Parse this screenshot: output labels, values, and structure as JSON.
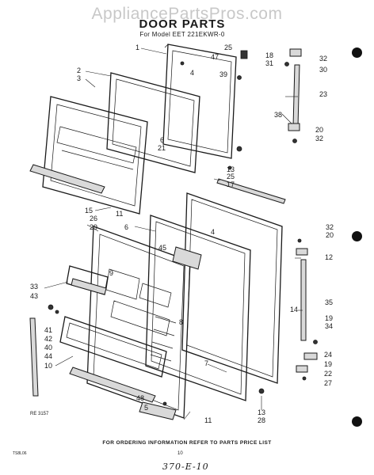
{
  "watermark": "AppliancePartsPros.com",
  "title": "DOOR PARTS",
  "subtitle": "For Model EET 221EKWR-0",
  "ref_code": "RE 3157",
  "footer": "FOR ORDERING INFORMATION REFER TO PARTS PRICE LIST",
  "side_code": "TS8L06",
  "page_number": "10",
  "handwritten_note": "370-E-10",
  "callouts": [
    "1",
    "25",
    "18",
    "32",
    "47",
    "31",
    "30",
    "4",
    "39",
    "2",
    "3",
    "23",
    "6",
    "38",
    "20",
    "21",
    "32",
    "13",
    "25",
    "17",
    "15",
    "26",
    "11",
    "29",
    "6",
    "4",
    "32",
    "20",
    "45",
    "12",
    "33",
    "43",
    "9",
    "35",
    "14",
    "41",
    "42",
    "40",
    "44",
    "10",
    "8",
    "19",
    "34",
    "7",
    "24",
    "19",
    "22",
    "27",
    "48",
    "5",
    "11",
    "13",
    "28"
  ]
}
